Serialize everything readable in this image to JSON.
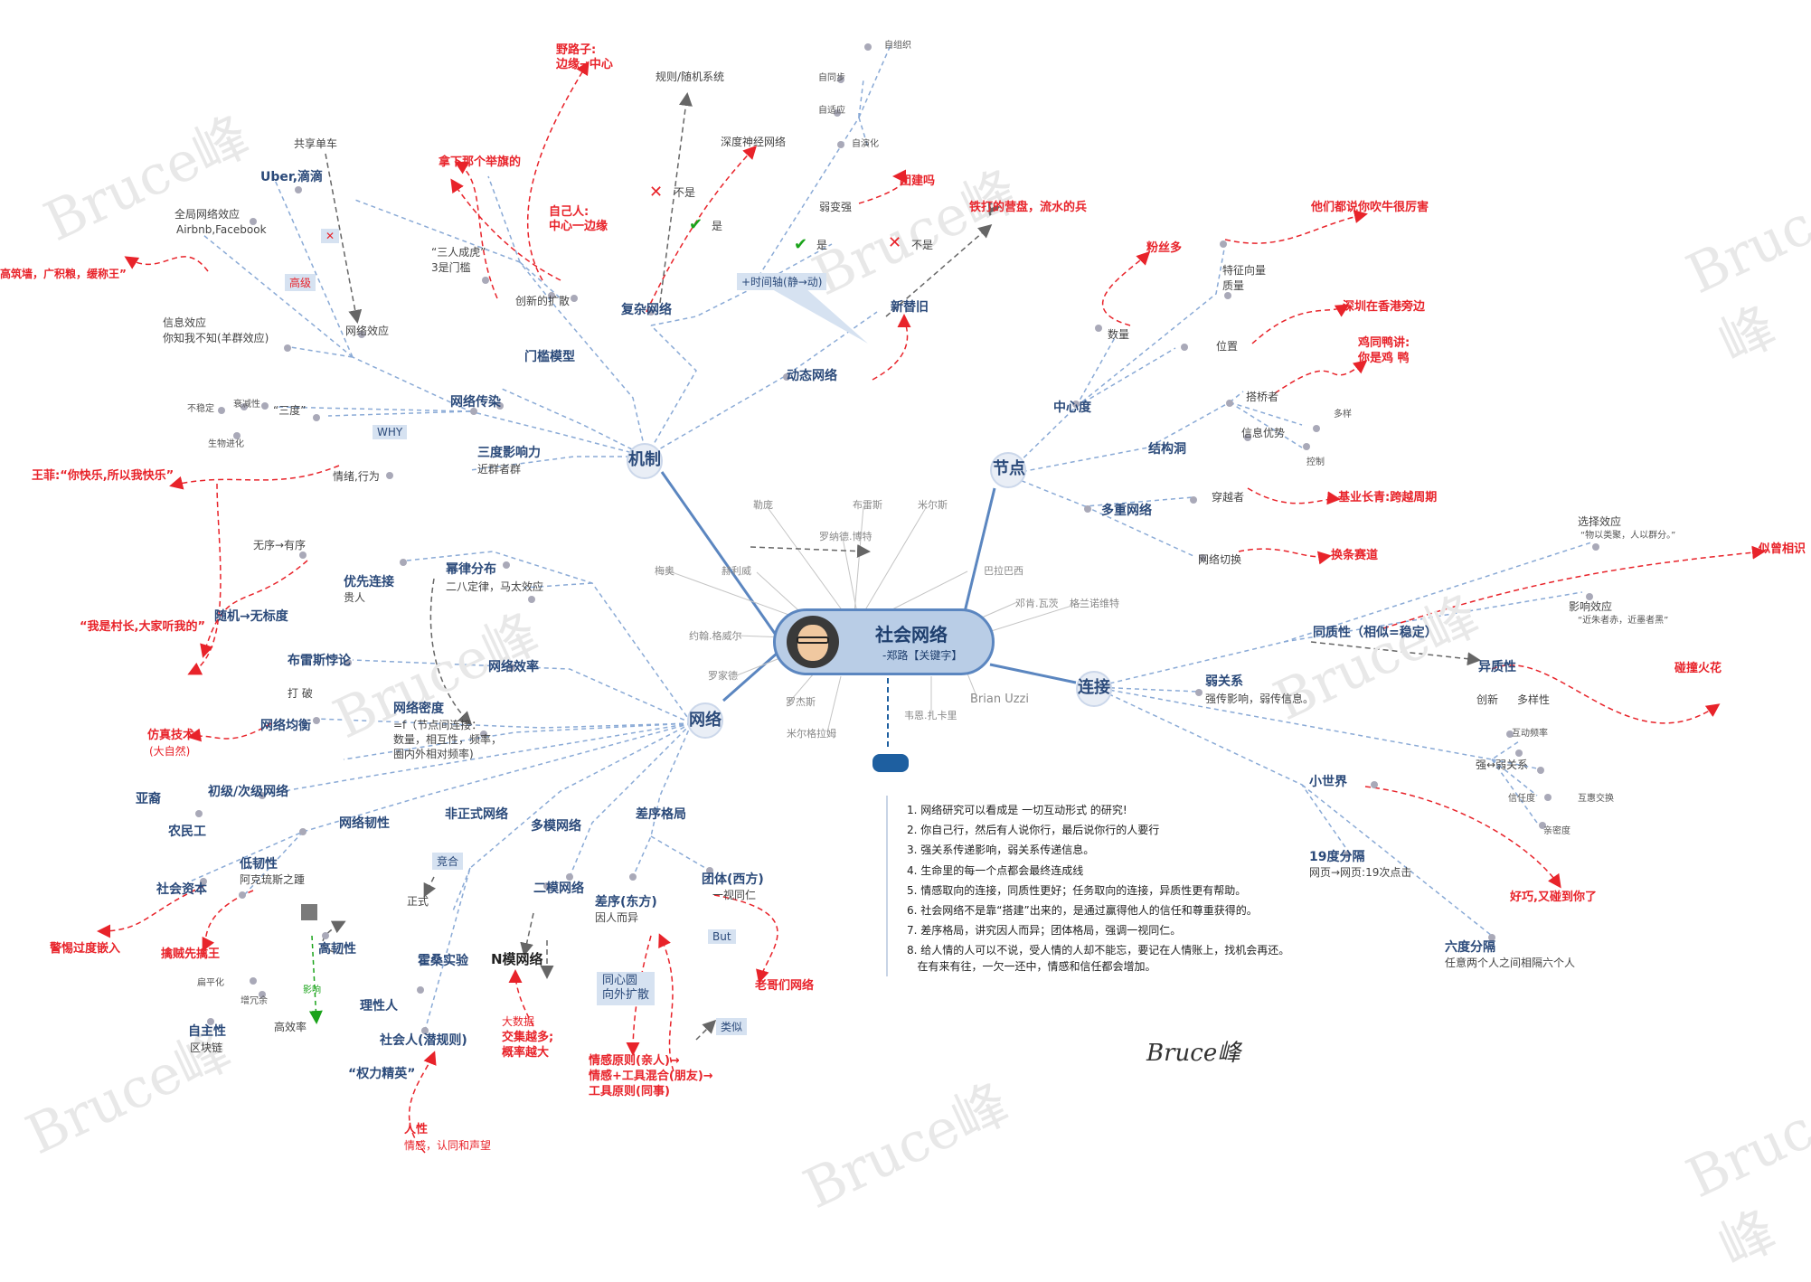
{
  "colors": {
    "main_line": "#5b86c0",
    "dashed_blue": "#8aaad6",
    "red_arrow": "#e8232a",
    "gray_arrow": "#666666",
    "tag_bg": "#d6e2f1"
  },
  "center": {
    "title": "社会网络",
    "subtitle": "-郑路【关键字】"
  },
  "hubs": {
    "mechanism": "机制",
    "node": "节点",
    "network": "网络",
    "connection": "连接"
  },
  "mechanism": {
    "complex_network": "复杂网络",
    "rule_random": "规则/随机系统",
    "not1": "不是",
    "yes1": "是",
    "deep_nn": "深度神经网络",
    "self_org": "自组织",
    "self_sync": "自同步",
    "self_adapt": "自适应",
    "self_evolve": "自演化",
    "weak_strong": "弱变强",
    "group_build": "团建吗",
    "yes2": "是",
    "not2": "不是",
    "iron_camp": "铁打的营盘，流水的兵",
    "timeline": "+时间轴(静→动)",
    "new_old": "新替旧",
    "dynamic": "动态网络",
    "wild_road": "野路子:",
    "edge_center": "边缘→中心",
    "take_down": "拿下那个举旗的",
    "own_people": "自己人:",
    "center_edge": "中心一边缘",
    "three_tiger": "“三人成虎”",
    "three_threshold": "3是门槛",
    "innov_spread": "创新的扩散",
    "threshold_model": "门槛模型",
    "shared_bike": "共享单车",
    "uber": "Uber,滴滴",
    "global_net": "全局网络效应",
    "airbnb": "Airbnb,Facebook",
    "high": "高级",
    "wall": "高筑墙，广积粮，缓称王”",
    "net_effect": "网络效应",
    "info_effect": "信息效应",
    "you_dont_know": "你知我不知(羊群效应)",
    "net_spread": "网络传染",
    "unstable": "不稳定",
    "decay": "衰减性",
    "three_deg_q": "“三度”",
    "bio_evo": "生物进化",
    "why": "WHY",
    "three_deg": "三度影响力",
    "near_crowd": "近群者群",
    "emotion": "情绪,行为",
    "wangfei": "王菲:“你快乐,所以我快乐”"
  },
  "names": [
    "勒庞",
    "布雷斯",
    "米尔斯",
    "罗纳德.博特",
    "巴拉巴西",
    "梅奥",
    "赫利威",
    "邓肯.瓦茨",
    "格兰诺维特",
    "约翰.格威尔",
    "罗家德",
    "罗杰斯",
    "米尔格拉姆",
    "韦恩.扎卡里",
    "Brian Uzzi"
  ],
  "network": {
    "chaos_order": "无序→有序",
    "pref_attach": "优先连接",
    "rich": "贵人",
    "random_scale": "随机→无标度",
    "village": "“我是村长,大家听我的”",
    "power_law": "幂律分布",
    "pareto": "二八定律，马太效应",
    "braess": "布雷斯悖论",
    "break": "打 破",
    "net_eff": "网络效率",
    "net_balance": "网络均衡",
    "sim_tech": "仿真技术",
    "nature": "(大自然)",
    "density": "网络密度",
    "density_formula": "=f（节点间连接：",
    "density_2": "数量，相互性，频率，",
    "density_3": "圈内外相对频率)",
    "primary": "初级/次级网络",
    "subculture": "亚裔",
    "farmer": "农民工",
    "resilience": "网络韧性",
    "social_cap": "社会资本",
    "warning": "警惕过度嵌入",
    "low_res": "低韧性",
    "achilles": "阿克琉斯之踵",
    "vortex": "擒贼先擒王",
    "high_res": "高韧性",
    "flat": "扁平化",
    "redundant": "增冗余",
    "influence": "影响",
    "high_eff": "高效率",
    "autonomy": "自主性",
    "blockchain": "区块链",
    "informal": "非正式网络",
    "compete": "竞合",
    "formal": "正式",
    "barn": "霍桑实验",
    "rational": "理性人",
    "social_man": "社会人(潜规则)",
    "power_elite": "“权力精英”",
    "humanity": "人性",
    "emotion_id": "情感，认同和声望",
    "multimodal": "多模网络",
    "bimodal": "二模网络",
    "nmodal": "N模网络",
    "big_data": "大数据",
    "intersect": "交集越多;",
    "prob": "概率越大",
    "diff_pattern": "差序格局",
    "diff_east": "差序(东方)",
    "person_diff": "因人而异",
    "group_west": "团体(西方)",
    "one_view": "一视同仁",
    "but": "But",
    "concentric": "同心圆",
    "outward": "向外扩散",
    "old_buddy": "老哥们网络",
    "similar": "类似",
    "emo1": "情感原则(亲人)→",
    "emo2": "情感+工具混合(朋友)→",
    "emo3": "工具原则(同事)"
  },
  "node": {
    "fans": "粉丝多",
    "quantity": "数量",
    "feature": "特征向量",
    "quality": "质量",
    "brag": "他们都说你吹牛很厉害",
    "position": "位置",
    "shenzhen": "深圳在香港旁边",
    "duck": "鸡同鸭讲:",
    "chicken": "你是鸡 鸭",
    "centrality": "中心度",
    "bridge": "搭桥者",
    "diverse": "多样",
    "info_adv": "信息优势",
    "control": "控制",
    "struct_hole": "结构洞",
    "traveler": "穿越者",
    "evergreen": "基业长青:跨越周期",
    "multiplex": "多重网络",
    "switch": "网络切换",
    "change_track": "换条赛道"
  },
  "connection": {
    "homophily": "同质性（相似=稳定）",
    "select": "选择效应",
    "birds": "“物以类聚，人以群分。”",
    "deja": "似曾相识",
    "infl_eff": "影响效应",
    "near_red": "“近朱者赤，近墨者黑”",
    "hetero": "异质性",
    "innov": "创新",
    "diversity": "多样性",
    "spark": "碰撞火花",
    "weak_rel": "弱关系",
    "weak_strong_effect": "强传影响，弱传信息。",
    "interact_freq": "互动频率",
    "strong_weak": "强↔弱关系",
    "trust": "信任度",
    "exchange": "互惠交换",
    "intimacy": "亲密度",
    "small_world": "小世界",
    "lucky": "好巧,又碰到你了",
    "nineteen": "19度分隔",
    "web19": "网页→网页:19次点击",
    "six": "六度分隔",
    "six_desc": "任意两个人之间相隔六个人"
  },
  "notes": [
    "1. 网络研究可以看成是 一切互动形式 的研究!",
    "2. 你自己行，然后有人说你行，最后说你行的人要行",
    "3. 强关系传递影响，弱关系传递信息。",
    "4. 生命里的每一个点都会最终连成线",
    "5. 情感取向的连接，同质性更好；任务取向的连接，异质性更有帮助。",
    "6. 社会网络不是靠“搭建”出来的，是通过赢得他人的信任和尊重获得的。",
    "7. 差序格局，讲究因人而异；团体格局，强调一视同仁。",
    "8. 给人情的人可以不说，受人情的人却不能忘，要记在人情账上，找机会再还。",
    "   在有来有往，一欠一还中，情感和信任都会增加。"
  ],
  "signature": "Bruce峰",
  "watermark": "Bruce峰"
}
